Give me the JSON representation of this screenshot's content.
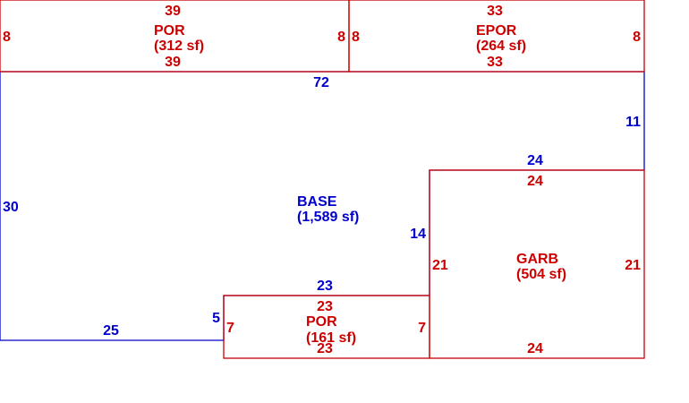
{
  "colors": {
    "blue": "#0000cc",
    "red": "#cc0000"
  },
  "areas": {
    "base": {
      "name": "BASE",
      "area": "(1,589 sf)",
      "color": "blue",
      "dims": {
        "top": "72",
        "right_upper": "11",
        "notch_top": "24",
        "notch_side": "14",
        "step_top": "23",
        "step_side": "5",
        "bottom": "25",
        "left": "30"
      }
    },
    "por_top": {
      "name": "POR",
      "area": "(312 sf)",
      "color": "red",
      "dims": {
        "top": "39",
        "bottom": "39",
        "left": "8",
        "right": "8"
      }
    },
    "epor": {
      "name": "EPOR",
      "area": "(264 sf)",
      "color": "red",
      "dims": {
        "top": "33",
        "bottom": "33",
        "left": "8",
        "right": "8"
      }
    },
    "garb": {
      "name": "GARB",
      "area": "(504 sf)",
      "color": "red",
      "dims": {
        "top": "24",
        "bottom": "24",
        "left": "21",
        "right": "21"
      }
    },
    "por_bottom": {
      "name": "POR",
      "area": "(161 sf)",
      "color": "red",
      "dims": {
        "top": "23",
        "bottom": "23",
        "left": "7",
        "right": "7"
      }
    }
  }
}
